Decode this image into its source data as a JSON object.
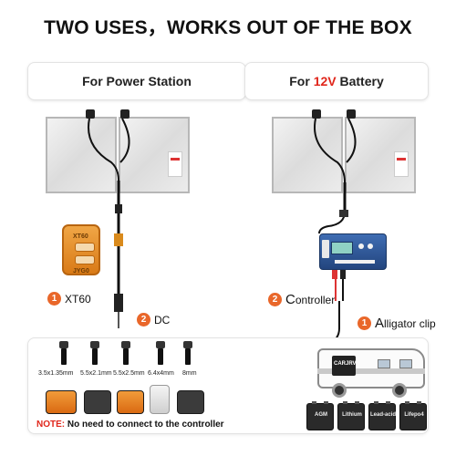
{
  "headline": "TWO USES，WORKS OUT OF THE BOX",
  "left_pill": {
    "label": "For Power Station"
  },
  "right_pill": {
    "prefix": "For ",
    "highlight": "12V",
    "suffix": " Battery",
    "highlight_color": "#e0261b"
  },
  "xt60_connector": {
    "top_tag": "XT60",
    "bottom_tag": "JYG0"
  },
  "labels": {
    "xt60": {
      "number": "1",
      "text": "XT60"
    },
    "dc": {
      "number": "2",
      "text": "DC"
    },
    "controller": {
      "number": "2",
      "first_letter": "C",
      "rest": "ontroller"
    },
    "clip": {
      "number": "1",
      "first_letter": "A",
      "rest": "lligator clip"
    }
  },
  "controller_unit": {
    "color": "#2f5a9c"
  },
  "dc_sizes": [
    "3.5x1.35mm",
    "5.5x2.1mm",
    "5.5x2.5mm",
    "6.4x4mm",
    "8mm"
  ],
  "rv": {
    "battery_label": "CARJRV"
  },
  "batteries": [
    {
      "label": "AGM"
    },
    {
      "label": "Lithium"
    },
    {
      "label": "Lead-acid"
    },
    {
      "label": "Lifepo4"
    }
  ],
  "note": {
    "prefix": "NOTE: ",
    "text": "No need to connect to the controller"
  },
  "colors": {
    "accent_orange": "#e9672a",
    "note_red": "#e0261b"
  }
}
